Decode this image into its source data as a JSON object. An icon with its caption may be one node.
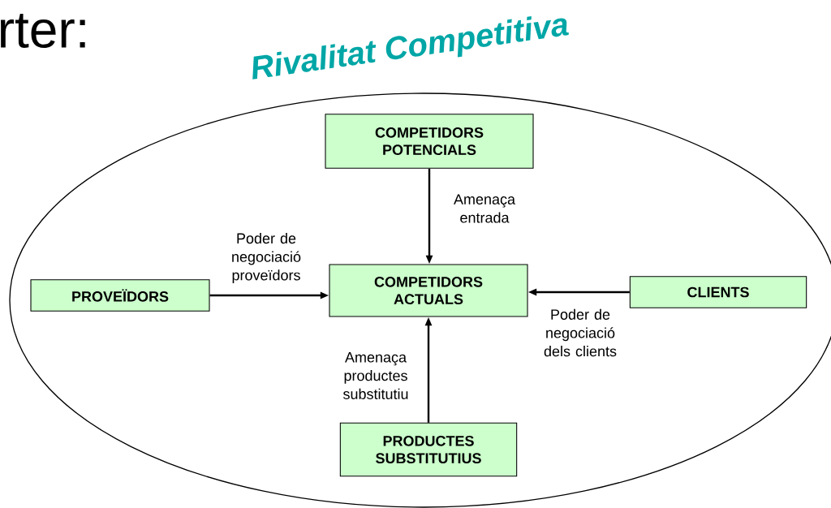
{
  "diagram": {
    "nodes": [
      {
        "text": [
          "Rivalitat Competitiva"
        ]
      },
      {
        "text": [
          "COMPETIDORS POTENCIALS"
        ],
        "in": 0
      },
      {
        "text": [
          "PROVEÏDORS"
        ],
        "in": 0
      },
      {
        "text": [
          "COMPETIDORS ACTUALS"
        ],
        "in": 0
      },
      {
        "text": [
          "CLIENTS"
        ],
        "in": 0
      },
      {
        "text": [
          "PRODUCTES SUBSTITUTIUS"
        ],
        "in": 0
      }
    ],
    "edges": [
      {
        "from": 1,
        "to": 3,
        "arrow": "to",
        "label": "Amenaça entrada"
      },
      {
        "from": 2,
        "to": 3,
        "arrow": "to",
        "label": "Poder de negociació proveïdors"
      },
      {
        "from": 4,
        "to": 3,
        "arrow": "to",
        "label": "Poder de negociació dels clients"
      },
      {
        "from": 5,
        "to": 3,
        "arrow": "to",
        "label": "Amenaça productes substitutiu"
      }
    ],
    "labels": [
      "rter:"
    ]
  }
}
